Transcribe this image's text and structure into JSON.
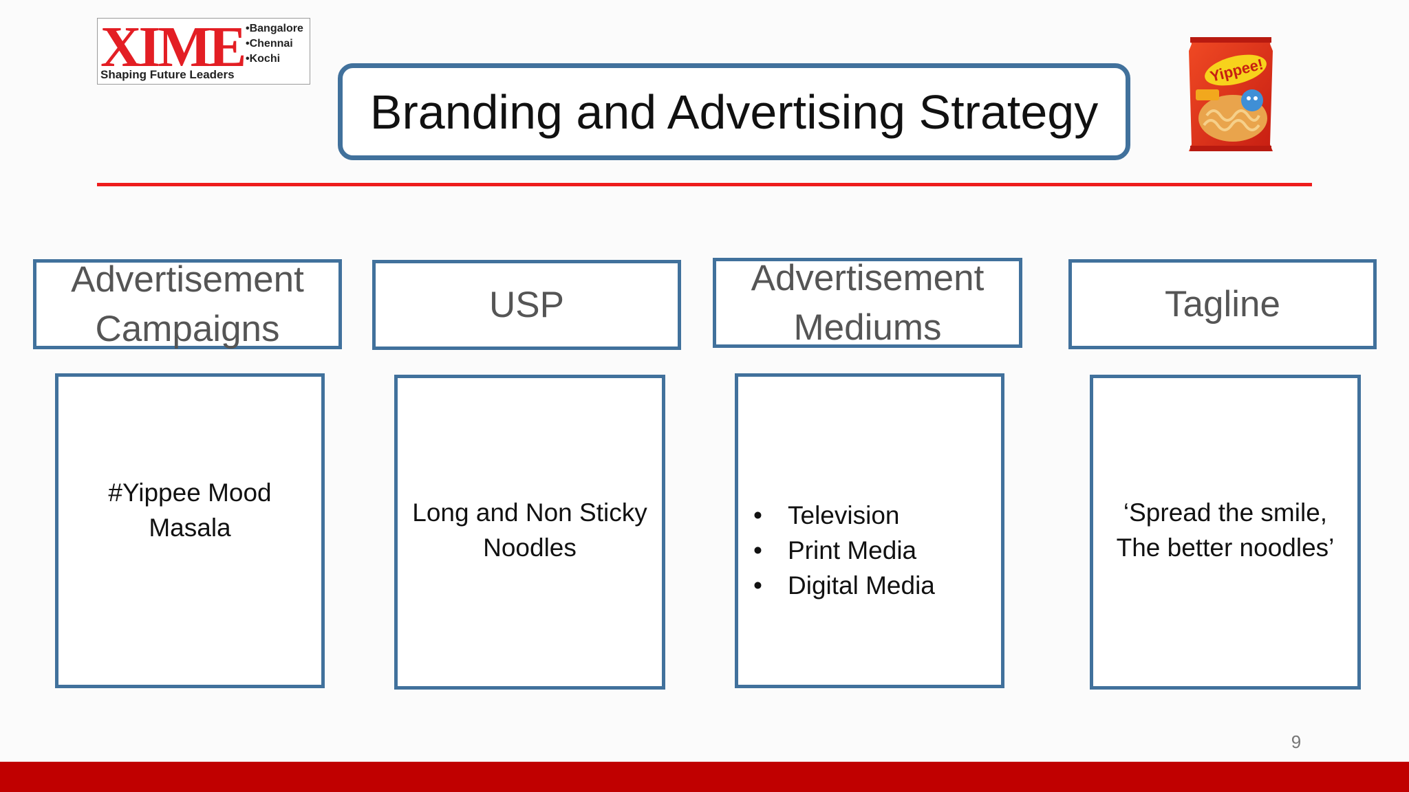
{
  "logo": {
    "wordmark": "XIME",
    "cities": [
      "•Bangalore",
      "•Chennai",
      "•Kochi"
    ],
    "tagline": "Shaping Future Leaders",
    "brand_color": "#e31e24"
  },
  "title": "Branding and Advertising Strategy",
  "product_image": {
    "label": "Yippee!"
  },
  "columns": [
    {
      "header": [
        "Advertisement",
        "Campaigns"
      ],
      "content": [
        "#Yippee Mood",
        "Masala"
      ]
    },
    {
      "header": [
        "USP"
      ],
      "content": [
        "Long and Non Sticky",
        "Noodles"
      ]
    },
    {
      "header": [
        "Advertisement",
        "Mediums"
      ],
      "bullets": [
        "Television",
        "Print Media",
        "Digital Media"
      ]
    },
    {
      "header": [
        "Tagline"
      ],
      "content": [
        "‘Spread the smile,",
        "The better noodles’"
      ]
    }
  ],
  "page_number": "9",
  "colors": {
    "box_border": "#41719c",
    "rule": "#ee1c1c",
    "footer": "#c00000"
  }
}
